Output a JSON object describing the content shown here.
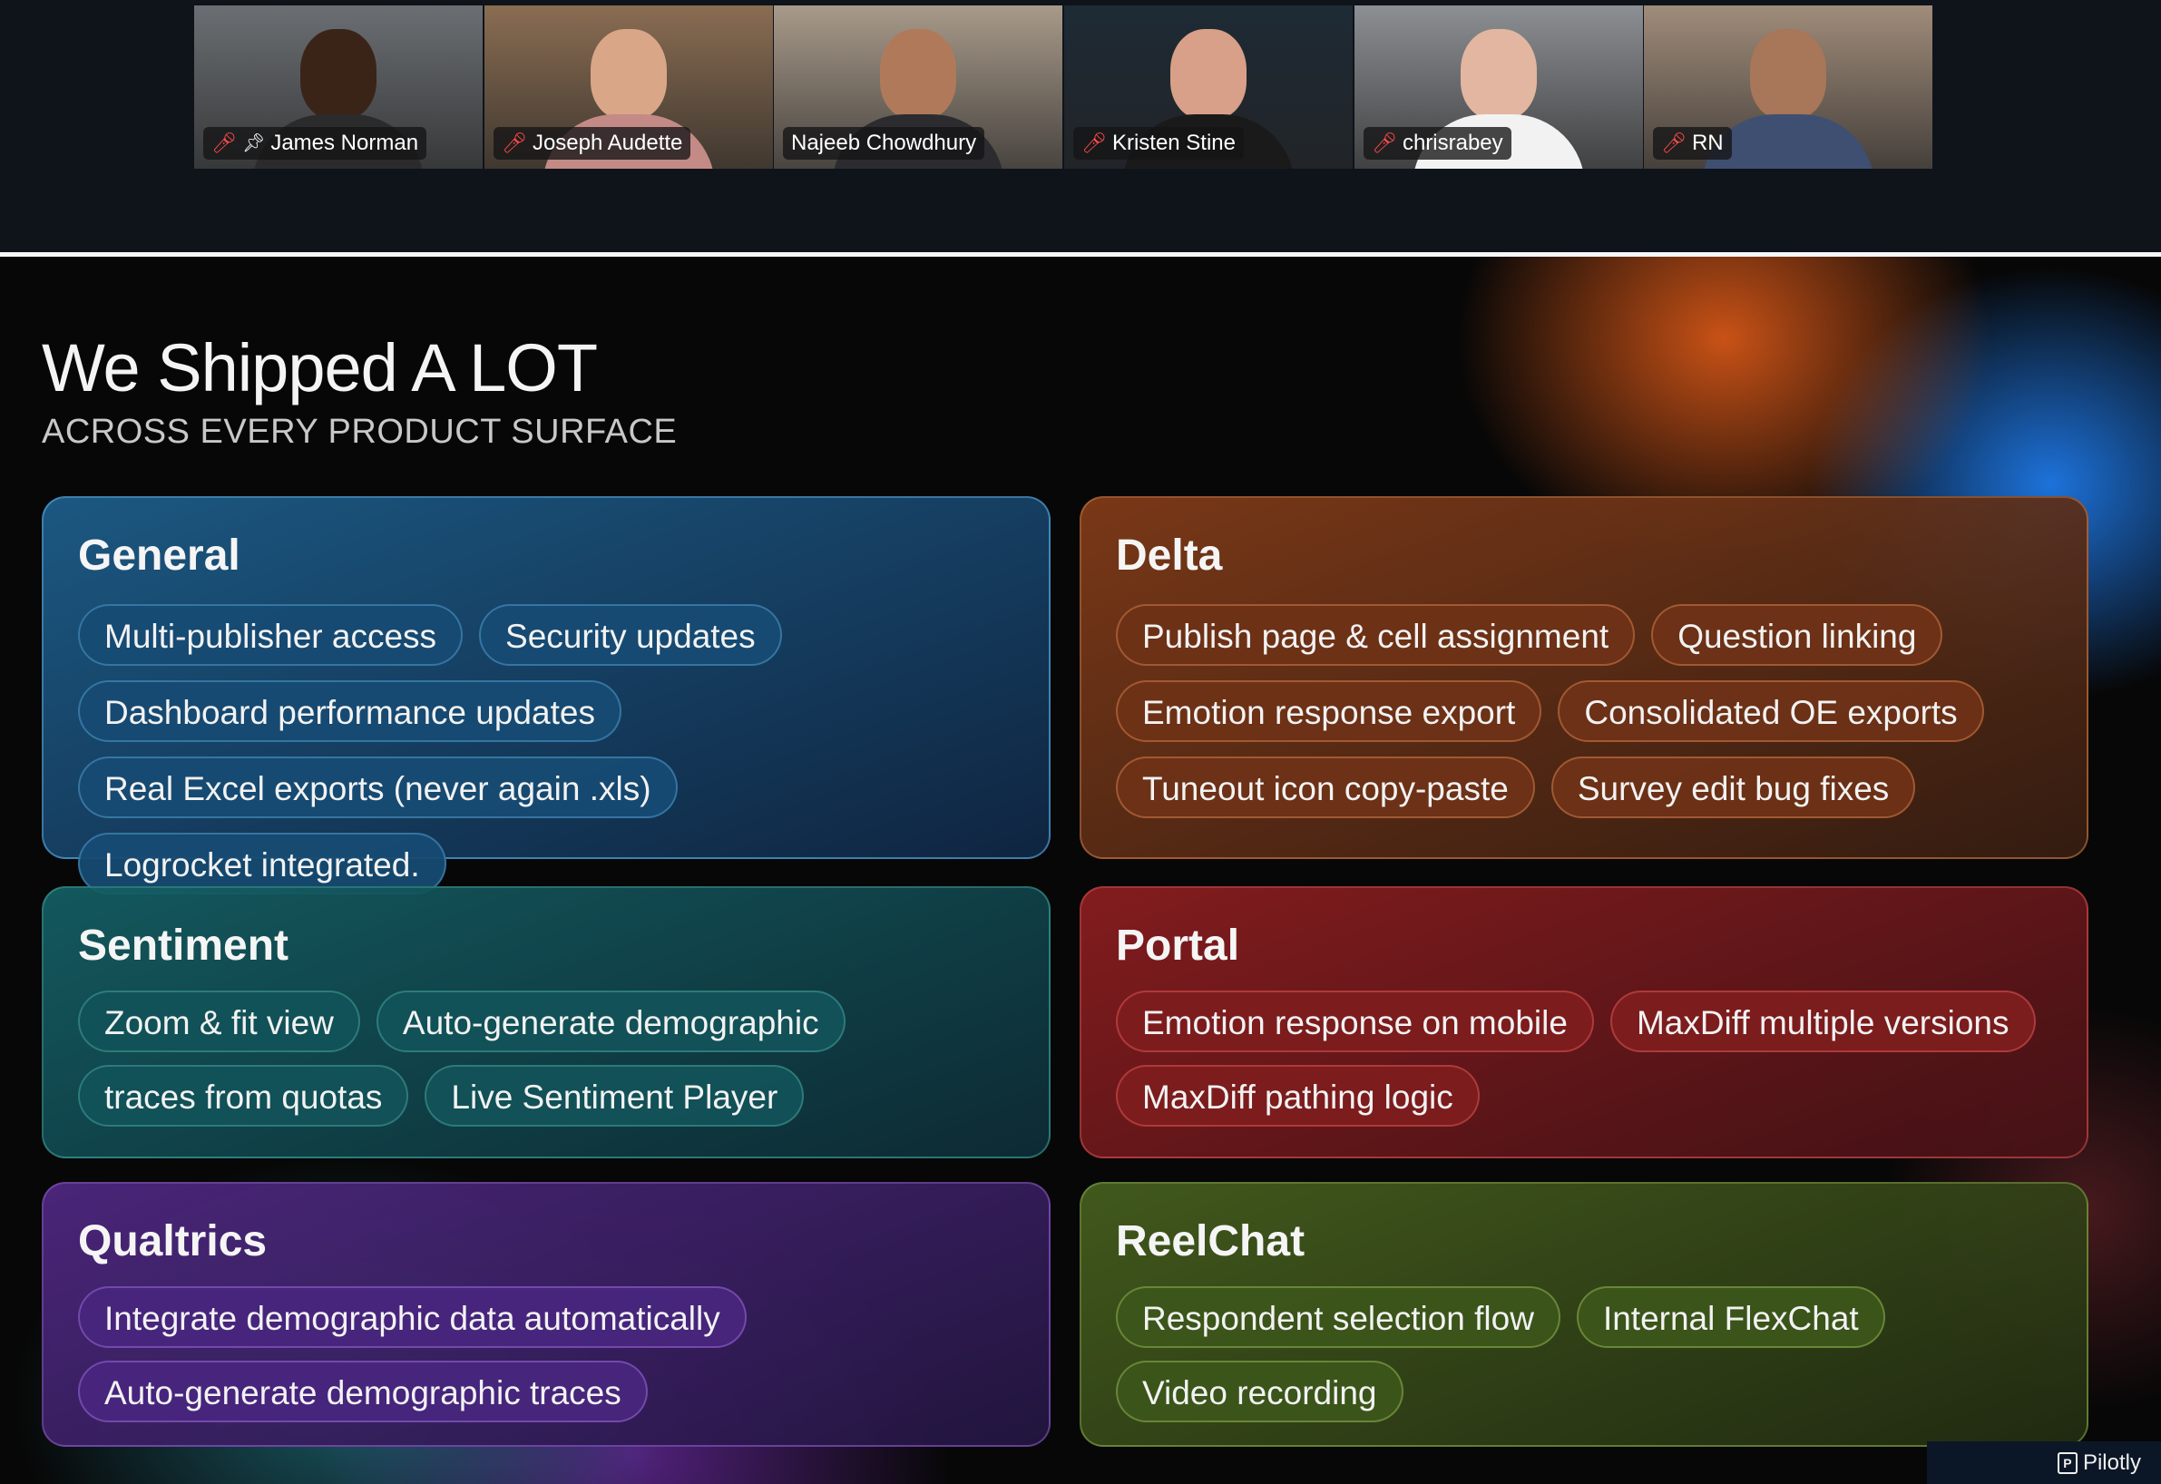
{
  "participants": [
    {
      "name": "James Norman",
      "muted": true,
      "pinned": true,
      "active": false,
      "bg": "#6b6f73",
      "skin": "#3a2418",
      "shirt": "#2b2b2b"
    },
    {
      "name": "Joseph Audette",
      "muted": true,
      "pinned": false,
      "active": false,
      "bg": "#8a6d52",
      "skin": "#d9a688",
      "shirt": "#c48a86"
    },
    {
      "name": "Najeeb Chowdhury",
      "muted": false,
      "pinned": false,
      "active": true,
      "bg": "#a89a8a",
      "skin": "#b07a5a",
      "shirt": "#2c2c30"
    },
    {
      "name": "Kristen Stine",
      "muted": true,
      "pinned": false,
      "active": false,
      "bg": "#1e2a35",
      "skin": "#d8a088",
      "shirt": "#1a1a1a"
    },
    {
      "name": "chrisrabey",
      "muted": true,
      "pinned": false,
      "active": false,
      "bg": "#8c8f93",
      "skin": "#e2b6a0",
      "shirt": "#f2f2f2"
    },
    {
      "name": "RN",
      "muted": true,
      "pinned": false,
      "active": false,
      "bg": "#a08c7a",
      "skin": "#a87658",
      "shirt": "#3f4f72"
    }
  ],
  "icons": {
    "mic_muted": "mic-muted-icon",
    "pin": "pin-icon",
    "logo": "pilotly-logo-icon"
  },
  "slide": {
    "title": "We Shipped A LOT",
    "subtitle": "ACROSS EVERY PRODUCT SURFACE",
    "cards": {
      "general": {
        "title": "General",
        "items": [
          "Multi-publisher access",
          "Security updates",
          "Dashboard performance updates",
          "Real Excel exports (never again .xls)",
          "Logrocket integrated."
        ]
      },
      "delta": {
        "title": "Delta",
        "items": [
          "Publish page & cell assignment",
          "Question linking",
          "Emotion response export",
          "Consolidated OE exports",
          "Tuneout icon copy-paste",
          "Survey edit bug fixes"
        ]
      },
      "sentiment": {
        "title": "Sentiment",
        "items": [
          "Zoom & fit view",
          "Auto-generate demographic",
          "traces from quotas",
          "Live Sentiment Player"
        ]
      },
      "portal": {
        "title": "Portal",
        "items": [
          "Emotion response on mobile",
          "MaxDiff multiple versions",
          "MaxDiff pathing logic"
        ]
      },
      "qualtrics": {
        "title": "Qualtrics",
        "items": [
          "Integrate demographic data automatically",
          "Auto-generate demographic traces"
        ]
      },
      "reelchat": {
        "title": "ReelChat",
        "items": [
          "Respondent selection flow",
          "Internal FlexChat",
          "Video recording"
        ]
      }
    }
  },
  "watermark": {
    "text": "Pilotly",
    "logo_letter": "P"
  },
  "colors": {
    "active_speaker": "#23d160",
    "muted_mic": "#ff4b4b"
  }
}
